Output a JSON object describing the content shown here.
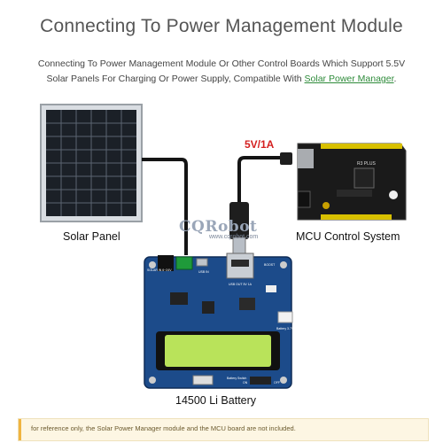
{
  "title": "Connecting To Power Management Module",
  "subtitle": {
    "line1": "Connecting To Power Management Module Or Other Control Boards Which Support 5.5V",
    "line2_prefix": "Solar Panels For Charging Or Power Supply, Compatible With ",
    "link": "Solar Power Manager",
    "line2_suffix": "."
  },
  "labels": {
    "solar_panel": "Solar Panel",
    "mcu": "MCU Control System",
    "battery": "14500 Li Battery",
    "voltage": "5V/1A"
  },
  "board_text": {
    "solar_in": "SOLAR IN\n6~24V",
    "usb_in": "USB IN",
    "usb_out": "USB OUT\n5V 1A",
    "boost": "BOOST",
    "battery_3v7": "Battery 3.7V",
    "battery_switch": "Battery\nSwitch",
    "on": "ON",
    "off": "OFF",
    "mcu_brand": "R3 PLUS"
  },
  "watermark": {
    "logo": "CQRobot",
    "url": "www.cqrobot.com"
  },
  "note": "for reference only, the Solar Power Manager module and the MCU board are not included.",
  "colors": {
    "board_blue": "#1c4b8a",
    "mcu_black": "#1a1a1a",
    "battery_green": "#b9e35a",
    "wire_red": "#d42020",
    "link_green": "#2e8b3a"
  }
}
